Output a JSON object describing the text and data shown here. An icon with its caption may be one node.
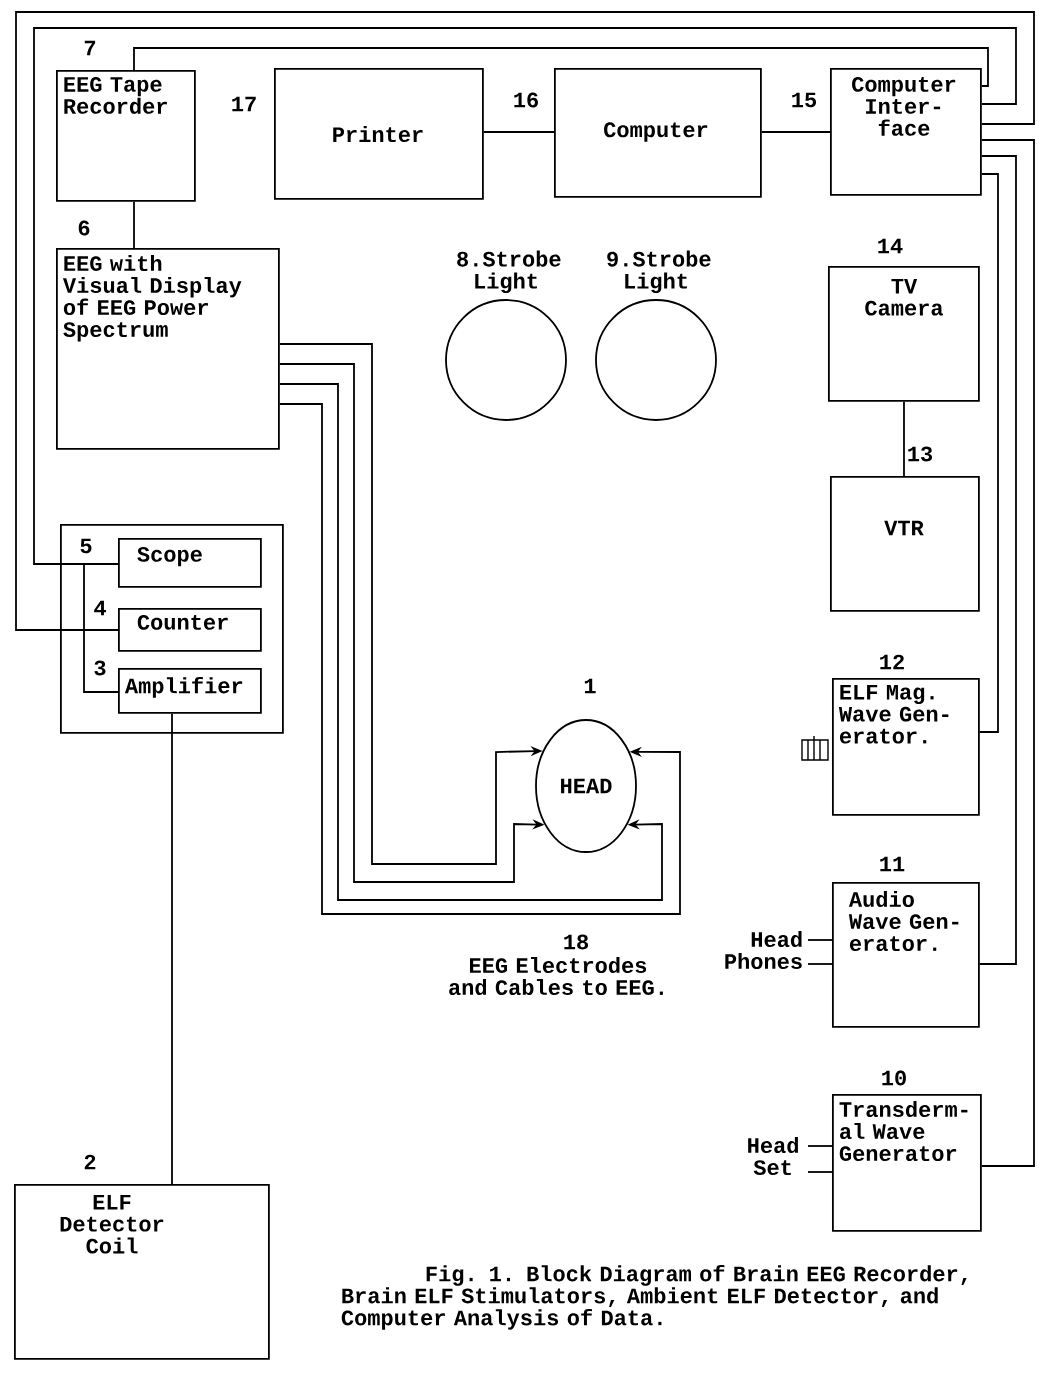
{
  "diagram": {
    "caption": "Fig. 1. Block Diagram of Brain EEG Recorder, Brain ELF Stimulators, Ambient ELF Detector, and Computer Analysis of Data.",
    "nodes": [
      {
        "text": [
          "EEG Tape Recorder"
        ],
        "beside": [
          "7"
        ]
      },
      {
        "text": [
          "Printer"
        ],
        "beside": [
          "17"
        ]
      },
      {
        "text": [
          "Computer"
        ],
        "beside": [
          "16"
        ]
      },
      {
        "text": [
          "Computer Inter-face"
        ],
        "beside": [
          "15"
        ]
      },
      {
        "text": [
          "EEG with Visual Display of EEG Power Spectrum"
        ],
        "beside": [
          "6"
        ]
      },
      {
        "text": [
          "8.Strobe Light"
        ]
      },
      {
        "text": [
          "9.Strobe Light"
        ]
      },
      {
        "text": [
          "TV Camera"
        ],
        "beside": [
          "14"
        ]
      },
      {
        "text": [],
        "shape": "box"
      },
      {
        "text": [
          "Scope"
        ],
        "in": 8,
        "beside": [
          "5"
        ]
      },
      {
        "text": [
          "Counter"
        ],
        "in": 8,
        "beside": [
          "4"
        ]
      },
      {
        "text": [
          "Amplifier"
        ],
        "in": 8,
        "beside": [
          "3"
        ]
      },
      {
        "text": [
          "VTR"
        ],
        "beside": [
          "13"
        ]
      },
      {
        "text": [
          "HEAD"
        ],
        "beside": [
          "1"
        ]
      },
      {
        "text": [
          "ELF Mag. Wave Gen-erator."
        ],
        "beside": [
          "12"
        ]
      },
      {
        "text": [
          "Audio Wave Gen-erator."
        ],
        "beside": [
          "11"
        ]
      },
      {
        "text": [
          "Transderm-al Wave Generator"
        ],
        "beside": [
          "10"
        ]
      },
      {
        "text": [
          "ELF Detector Coil"
        ],
        "beside": [
          "2"
        ]
      },
      {
        "text": [
          "Head Phones"
        ]
      },
      {
        "text": [
          "Head Set"
        ]
      }
    ],
    "edges": [
      {
        "from": 0,
        "to": 3,
        "arrow": "none"
      },
      {
        "from": 1,
        "to": 2,
        "arrow": "none"
      },
      {
        "from": 2,
        "to": 3,
        "arrow": "none"
      },
      {
        "from": 0,
        "to": 4,
        "arrow": "none"
      },
      {
        "from": 3,
        "to": 9,
        "arrow": "none"
      },
      {
        "from": 3,
        "to": 10,
        "arrow": "none"
      },
      {
        "from": 11,
        "to": 9,
        "arrow": "none"
      },
      {
        "from": 11,
        "to": 17,
        "arrow": "none"
      },
      {
        "from": 3,
        "to": 14,
        "arrow": "none"
      },
      {
        "from": 3,
        "to": 15,
        "arrow": "none"
      },
      {
        "from": 3,
        "to": 16,
        "arrow": "none"
      },
      {
        "from": 7,
        "to": 12,
        "arrow": "none"
      },
      {
        "from": 4,
        "to": 13,
        "arrow": "to"
      },
      {
        "from": 4,
        "to": 13,
        "arrow": "to"
      },
      {
        "from": 4,
        "to": 13,
        "arrow": "to"
      },
      {
        "from": 4,
        "to": 13,
        "arrow": "to"
      },
      {
        "from": 18,
        "to": 15,
        "arrow": "none"
      },
      {
        "from": 18,
        "to": 15,
        "arrow": "none"
      },
      {
        "from": 19,
        "to": 16,
        "arrow": "none"
      },
      {
        "from": 19,
        "to": 16,
        "arrow": "none"
      }
    ],
    "labels": [
      "18",
      "EEG Electrodes and Cables to EEG."
    ]
  }
}
